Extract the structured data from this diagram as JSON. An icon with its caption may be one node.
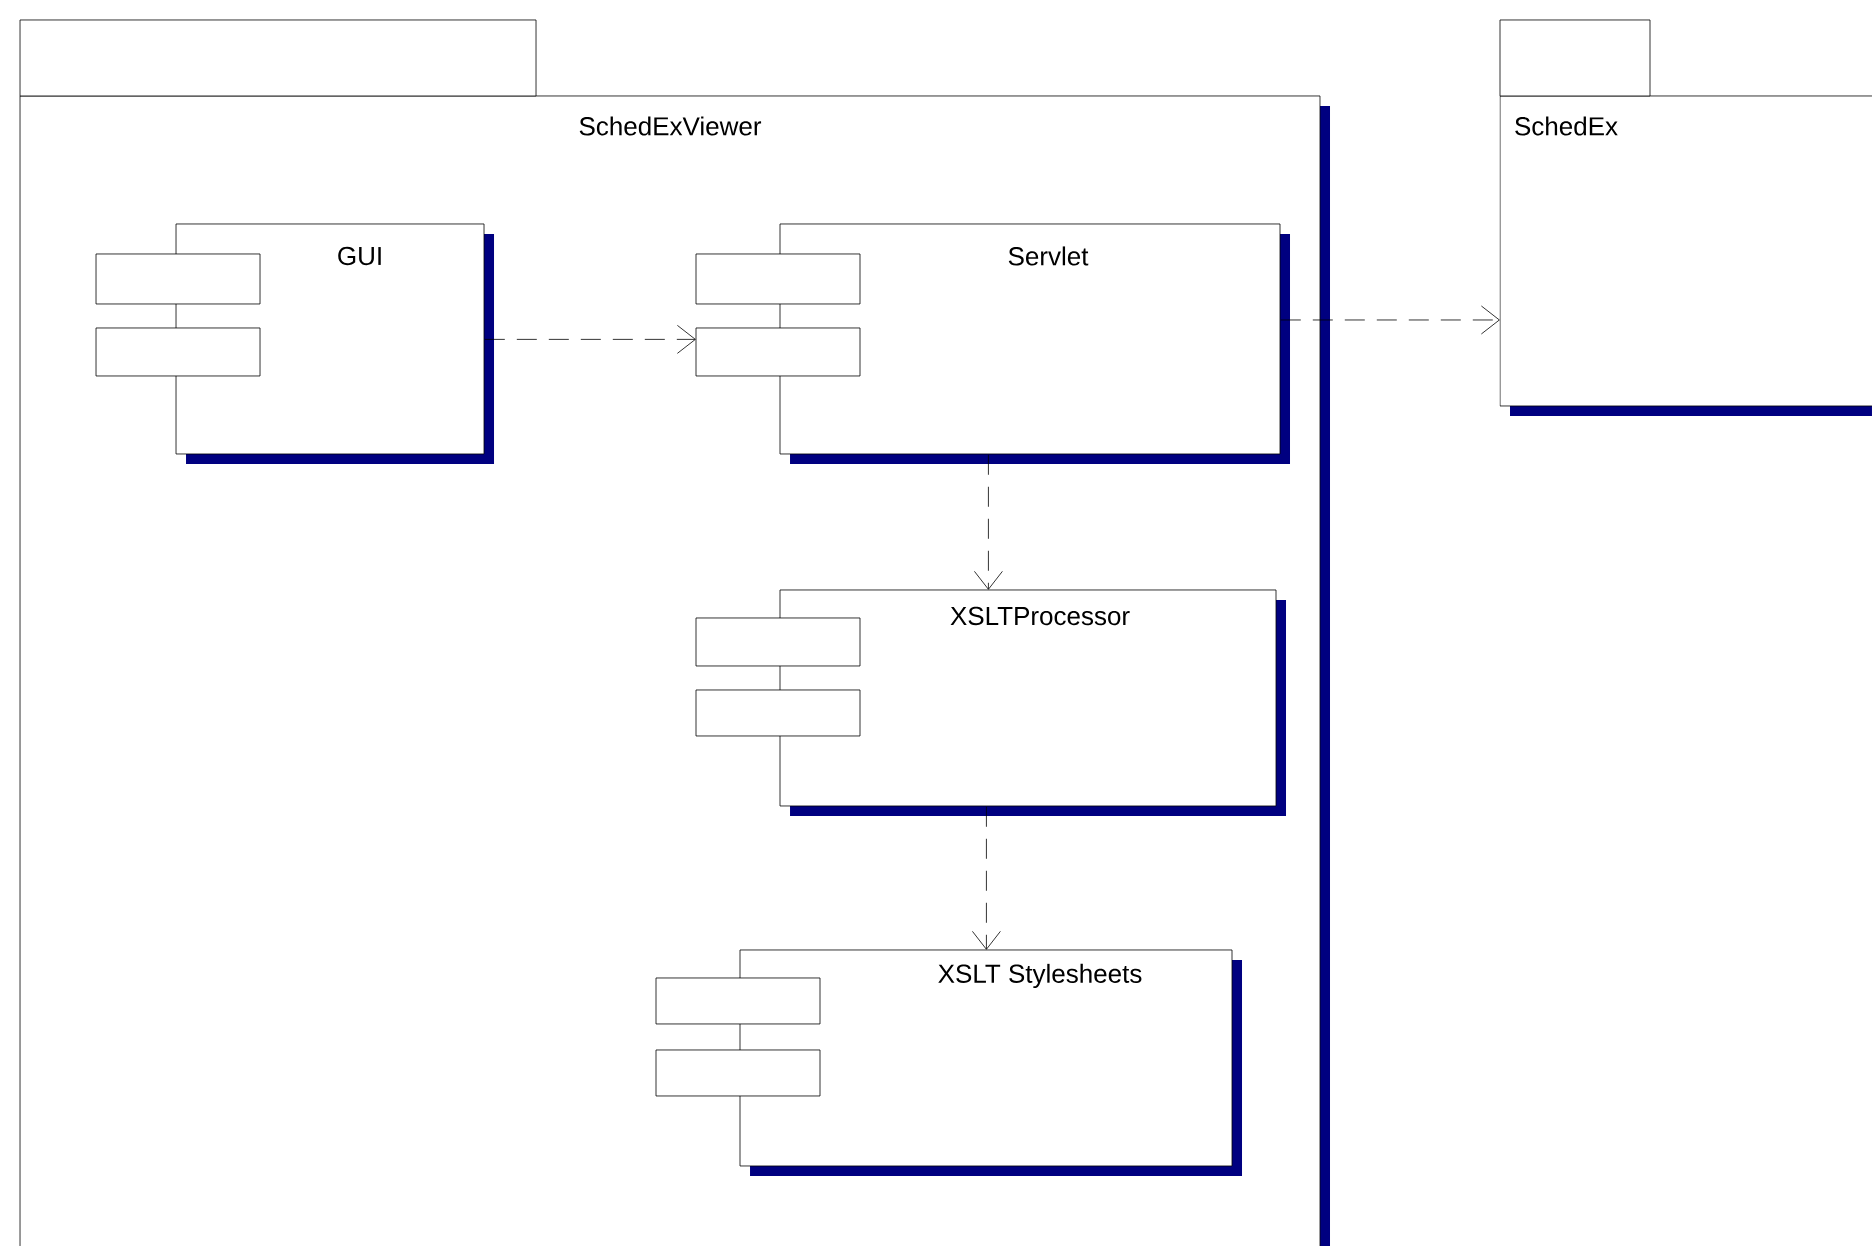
{
  "diagram": {
    "nodes": [
      {
        "text": [
          "SchedExViewer"
        ]
      },
      {
        "text": [
          "GUI"
        ],
        "in": 0
      },
      {
        "text": [
          "Servlet"
        ],
        "in": 0
      },
      {
        "text": [
          "XSLTProcessor"
        ],
        "in": 0
      },
      {
        "text": [
          "XSLT Stylesheets"
        ],
        "in": 0
      },
      {
        "text": [
          "SchedEx"
        ]
      }
    ],
    "edges": [
      {
        "from": 1,
        "to": 2,
        "arrow": "to",
        "style": "dashed"
      },
      {
        "from": 2,
        "to": 5,
        "arrow": "to",
        "style": "dashed"
      },
      {
        "from": 2,
        "to": 3,
        "arrow": "to",
        "style": "dashed"
      },
      {
        "from": 3,
        "to": 4,
        "arrow": "to",
        "style": "dashed"
      }
    ]
  }
}
